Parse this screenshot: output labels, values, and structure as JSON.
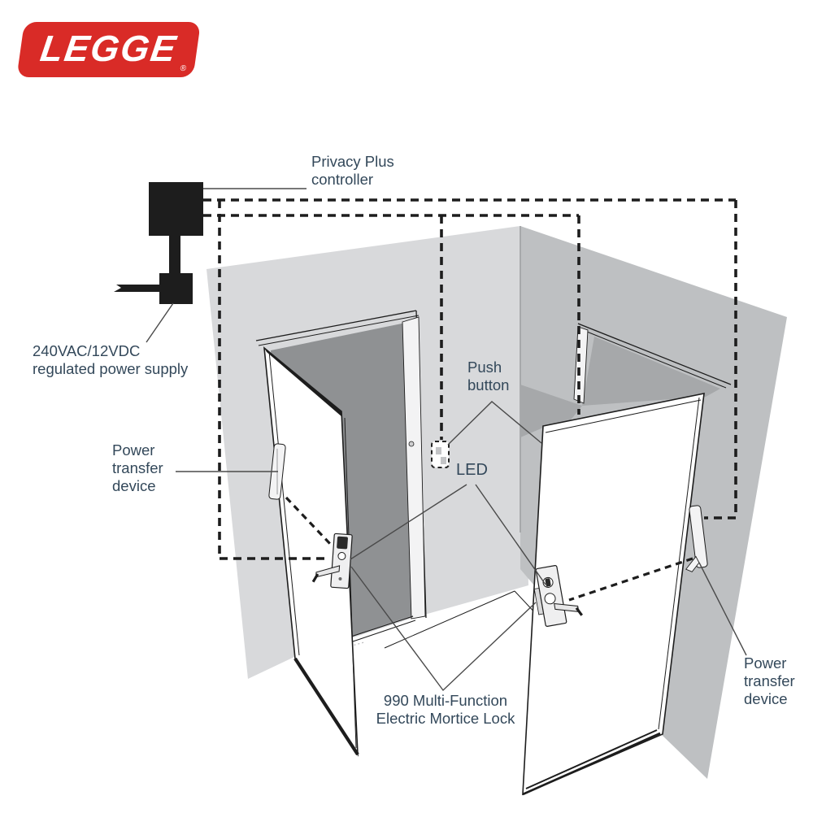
{
  "logo": {
    "brand": "LEGGE",
    "registered": "®"
  },
  "labels": {
    "privacy_plus_controller": {
      "lines": [
        "Privacy Plus",
        "controller"
      ]
    },
    "power_supply": {
      "lines": [
        "240VAC/12VDC",
        "regulated power supply"
      ]
    },
    "power_transfer_left": {
      "lines": [
        "Power",
        "transfer",
        "device"
      ]
    },
    "push_button": {
      "lines": [
        "Push",
        "button"
      ]
    },
    "led": {
      "lines": [
        "LED"
      ]
    },
    "mortice_lock": {
      "lines": [
        "990 Multi-Function",
        "Electric Mortice Lock"
      ]
    },
    "power_transfer_right": {
      "lines": [
        "Power",
        "transfer",
        "device"
      ]
    }
  },
  "colors": {
    "label": "#33485a",
    "line": "#1d1d1d",
    "leader": "#4a4a4a",
    "wall_left": "#d8d9db",
    "wall_right": "#bec0c2",
    "door_dark": "#8f9193",
    "door_dark2": "#a6a8aa",
    "jamb": "#f3f3f4",
    "plate": "#efeff0",
    "logo_red": "#d92b27"
  }
}
